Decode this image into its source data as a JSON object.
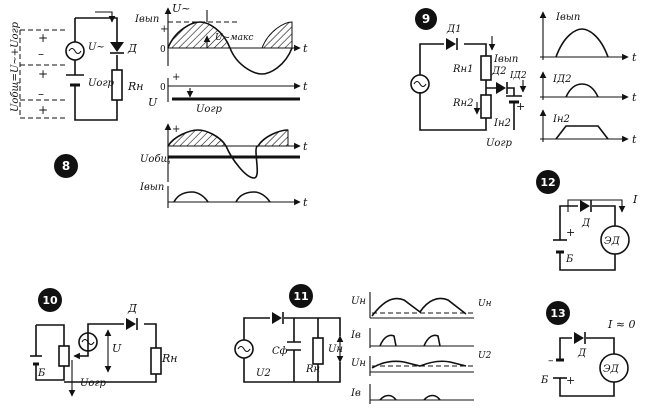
{
  "figures": [
    {
      "number": "8",
      "diode": "Д",
      "load": "Rн",
      "u_source": "U~",
      "u_bias": "Uогр",
      "u_total": "Uобщ=U~+Uогр",
      "plots": [
        {
          "ylabel": "Iвып",
          "source_label": "U~",
          "peak_label": "U~макс",
          "axis": "t"
        },
        {
          "axis": "t",
          "ylabel": "U",
          "bias_label": "Uогр"
        },
        {
          "ylabel": "Uобщ",
          "axis": "t"
        },
        {
          "ylabel": "Iвып",
          "axis": "t"
        }
      ]
    },
    {
      "number": "9",
      "diode1": "Д1",
      "diode2": "Д2",
      "r1": "Rн1",
      "r2": "Rн2",
      "i_out": "Iвып",
      "i_d2": "IД2",
      "i_h2": "Iн2",
      "u_bias": "Uогр",
      "plots": [
        {
          "ylabel": "Iвып",
          "axis": "t"
        },
        {
          "ylabel": "IД2",
          "axis": "t"
        },
        {
          "ylabel": "Iн2",
          "axis": "t"
        }
      ]
    },
    {
      "number": "10",
      "diode": "Д",
      "load": "Rн",
      "u_source": "U",
      "u_bias": "Uогр",
      "battery": "Б"
    },
    {
      "number": "11",
      "u_source": "U2",
      "capacitor": "Cф",
      "load": "Rн",
      "u_load": "Uн",
      "plots": [
        {
          "ylabel": "Uн",
          "tag": "Uн"
        },
        {
          "ylabel": "Iв"
        },
        {
          "ylabel": "Uн",
          "tag": "U2"
        },
        {
          "ylabel": "Iв"
        }
      ]
    },
    {
      "number": "12",
      "diode": "Д",
      "motor": "ЭД",
      "battery": "Б",
      "current": "I"
    },
    {
      "number": "13",
      "diode": "Д",
      "motor": "ЭД",
      "battery": "Б",
      "current": "I ≈ 0"
    }
  ]
}
